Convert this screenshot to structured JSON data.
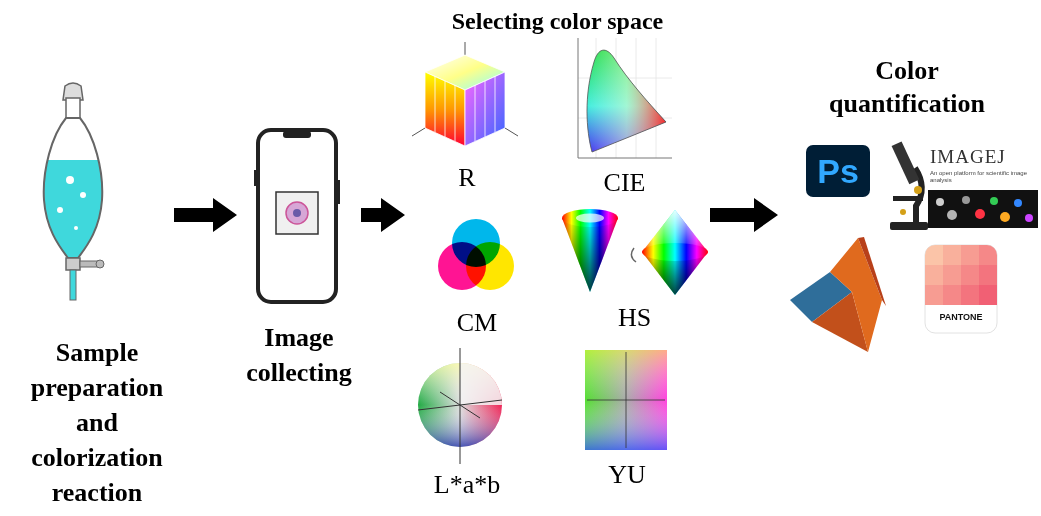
{
  "diagram": {
    "nodes": [
      {
        "text": [
          "Sample preparation and colorization reaction"
        ]
      },
      {
        "text": [
          "Image collecting"
        ]
      },
      {
        "text": [
          "Selecting color space"
        ]
      },
      {
        "text": [
          "R"
        ],
        "in": 2
      },
      {
        "text": [
          "CIE"
        ],
        "in": 2
      },
      {
        "text": [
          "CM"
        ],
        "in": 2
      },
      {
        "text": [
          "HS"
        ],
        "in": 2
      },
      {
        "text": [
          "L*a*b"
        ],
        "in": 2
      },
      {
        "text": [
          "YU"
        ],
        "in": 2
      },
      {
        "text": [
          "Color quantification"
        ]
      }
    ],
    "edges": [
      {
        "from": 0,
        "to": 1,
        "arrow": "to"
      },
      {
        "from": 1,
        "to": 2,
        "arrow": "to"
      },
      {
        "from": 2,
        "to": 9,
        "arrow": "to"
      }
    ],
    "labels": [
      "Ps",
      "IMAGEJ",
      "An open platform for scientific image analysis",
      "PANTONE"
    ]
  }
}
